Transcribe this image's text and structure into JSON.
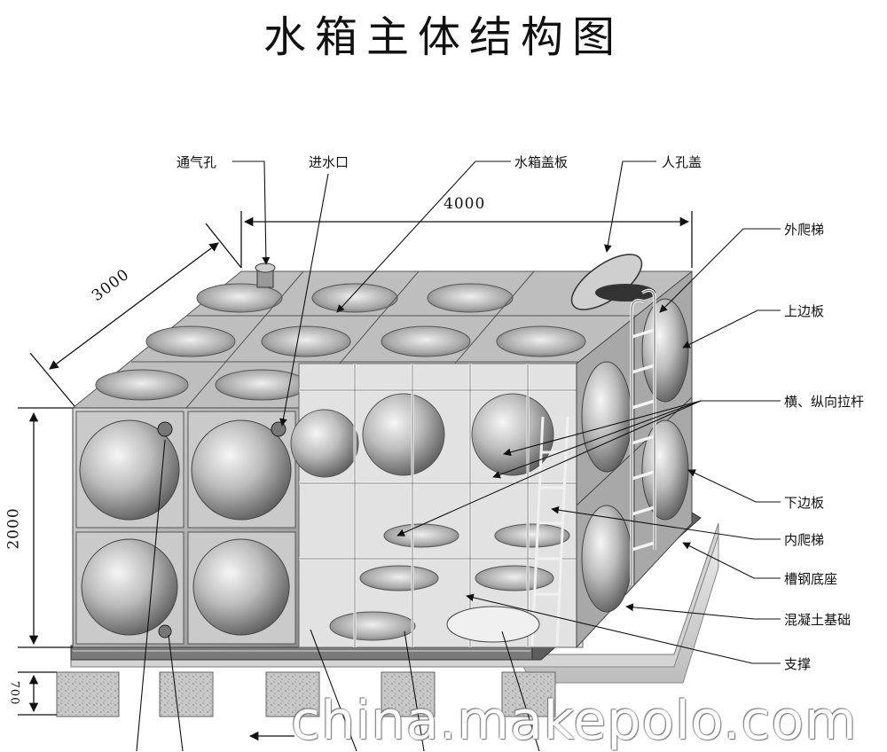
{
  "title": "水箱主体结构图",
  "labels": {
    "vent_hole": "通气孔",
    "water_inlet": "进水口",
    "tank_cover": "水箱盖板",
    "manhole_cover": "人孔盖",
    "outer_ladder": "外爬梯",
    "upper_panel": "上边板",
    "tie_rods": "横、纵向拉杆",
    "lower_panel": "下边板",
    "inner_ladder": "内爬梯",
    "channel_steel_base": "槽钢底座",
    "concrete_foundation": "混凝土基础",
    "support": "支撑"
  },
  "dimensions": {
    "length": "4000",
    "width": "3000",
    "height": "2000",
    "base_height": "700"
  },
  "watermark": "china.makepolo.com",
  "colors": {
    "ink": "#111111",
    "panel": "#bdbdbd",
    "panel_dark": "#6f6f6f",
    "rod": "#e8e8e8"
  }
}
